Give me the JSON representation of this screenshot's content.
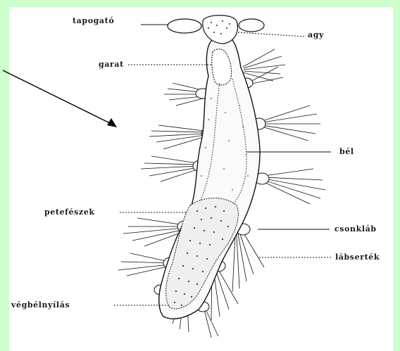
{
  "labels": {
    "tapogato": "tapogató",
    "agy": "agy",
    "garat": "garat",
    "bel": "bél",
    "petefeszek": "petefészek",
    "csonklab": "csonkláb",
    "labserte": "lábserték",
    "vegbelnyilas": "végbélnyílás"
  }
}
